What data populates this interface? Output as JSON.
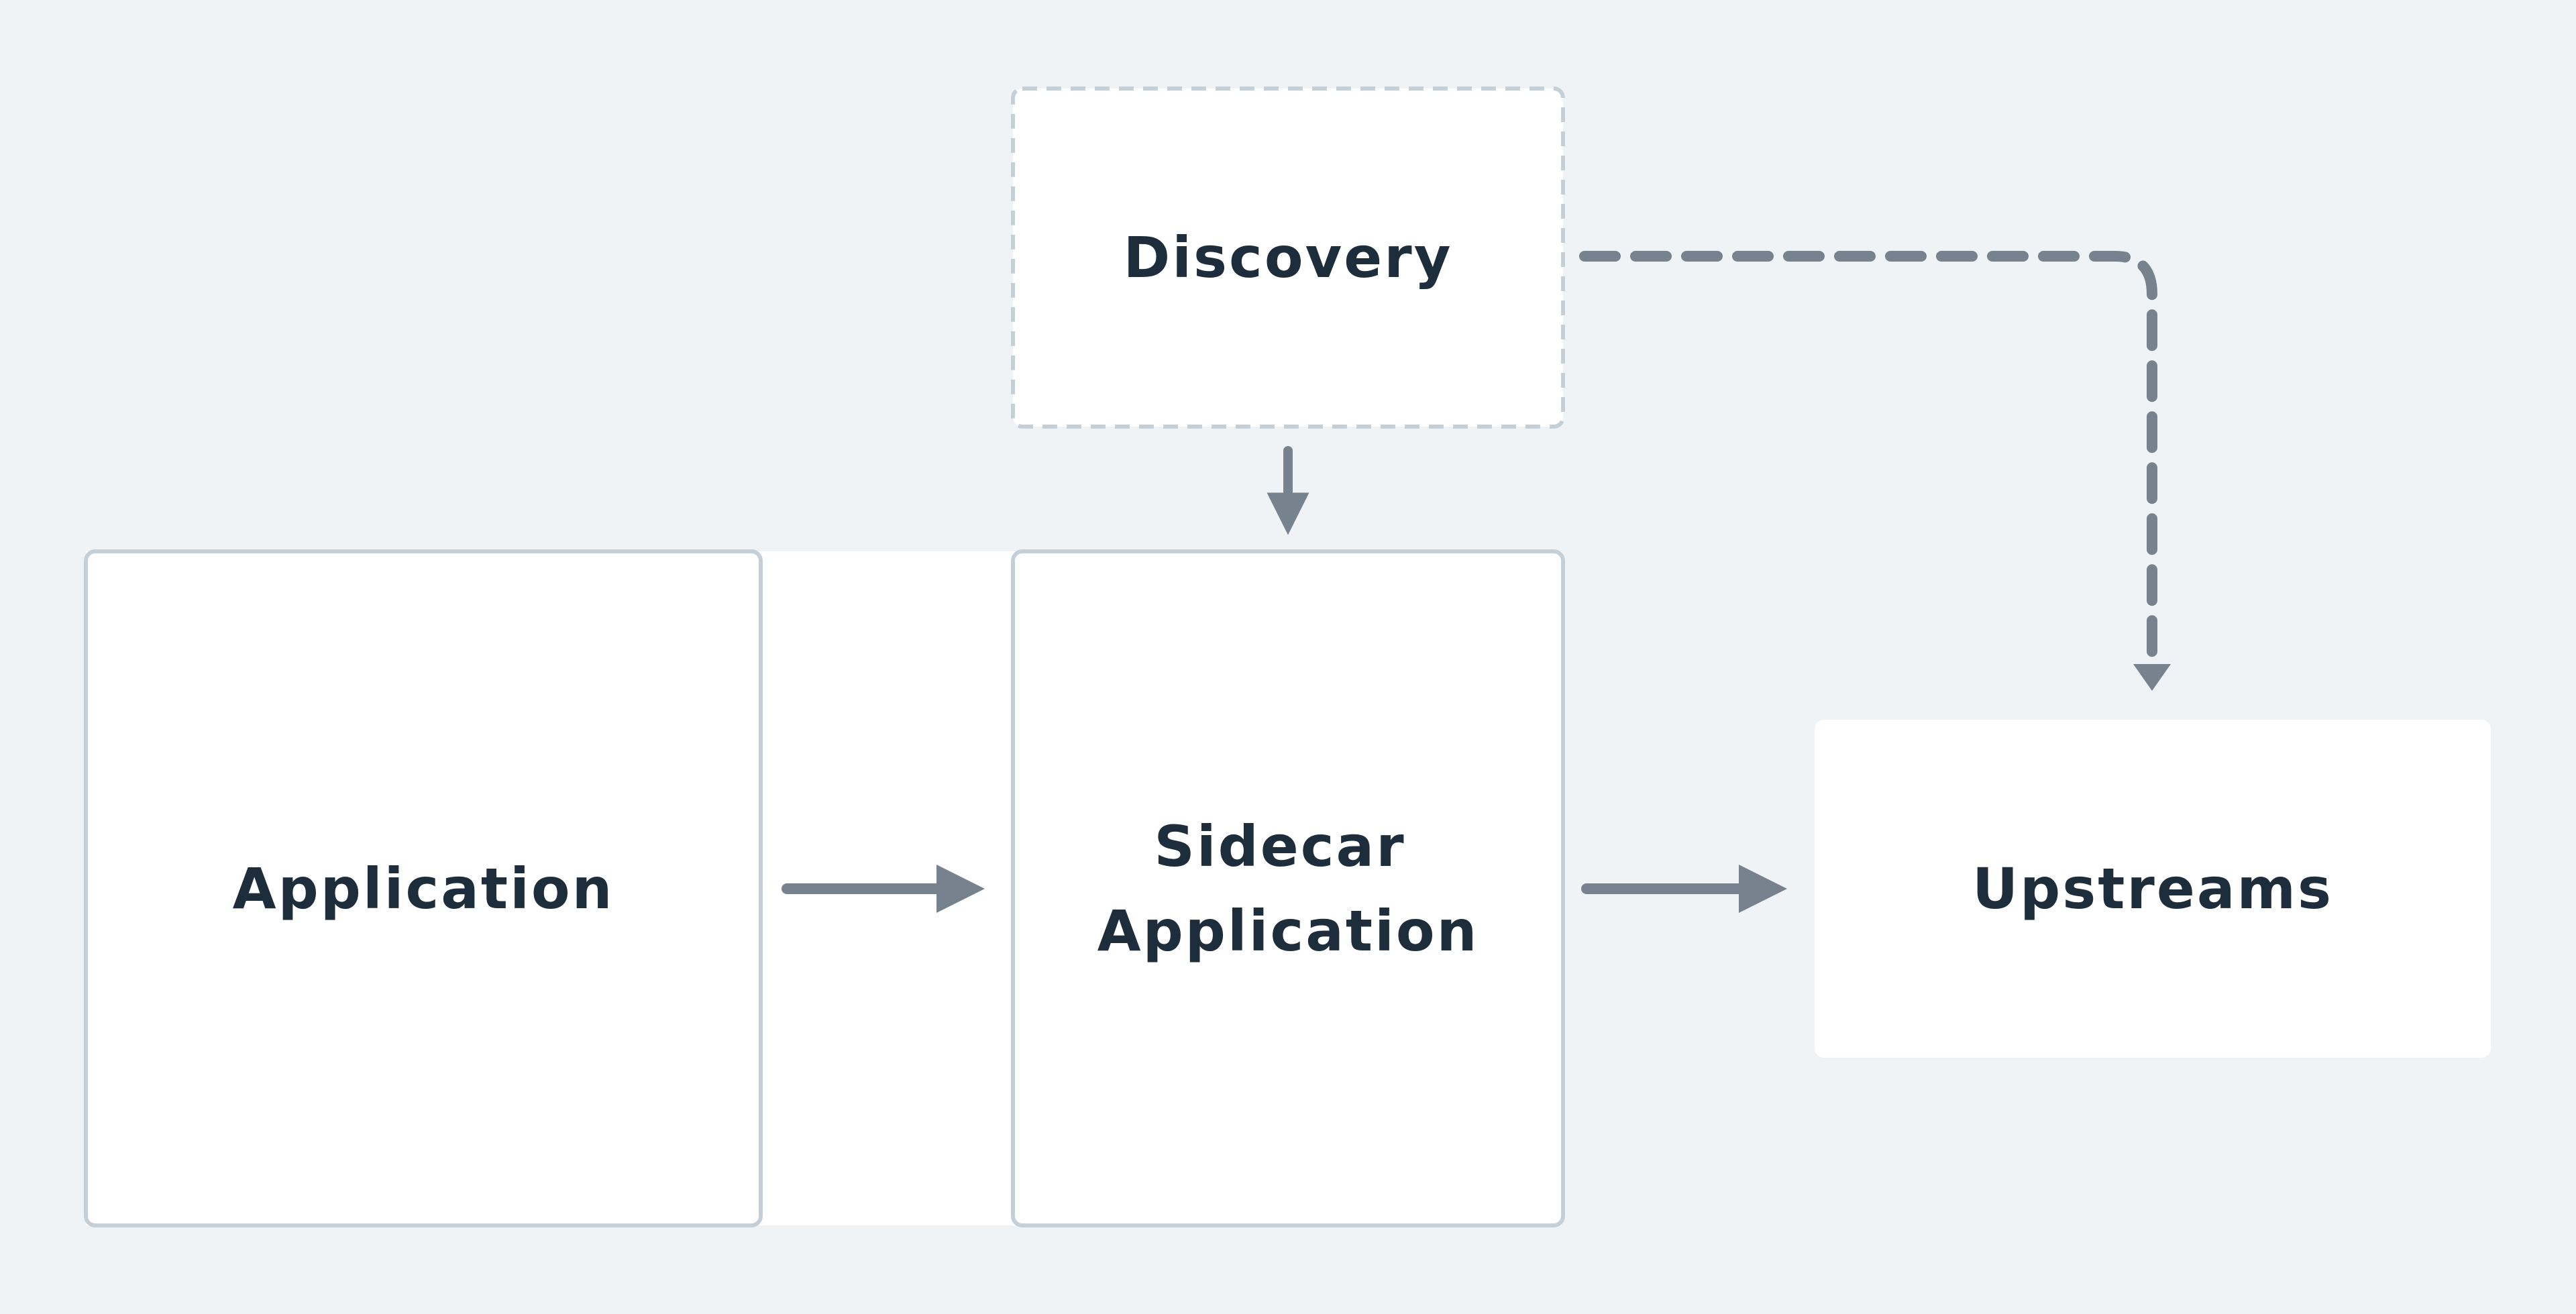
{
  "diagram": {
    "nodes": {
      "discovery": {
        "label": "Discovery"
      },
      "application": {
        "label": "Application"
      },
      "sidecar": {
        "line1": "Sidecar",
        "line2": "Application"
      },
      "upstreams": {
        "label": "Upstreams"
      }
    },
    "colors": {
      "background": "#eff3f6",
      "box_fill": "#ffffff",
      "box_border": "#c5cfd8",
      "arrow": "#76838f",
      "text": "#1e2d3b"
    },
    "edges": [
      {
        "from": "Discovery",
        "to": "Sidecar Application",
        "style": "solid"
      },
      {
        "from": "Discovery",
        "to": "Upstreams",
        "style": "dashed"
      },
      {
        "from": "Application",
        "to": "Sidecar Application",
        "style": "solid"
      },
      {
        "from": "Sidecar Application",
        "to": "Upstreams",
        "style": "solid"
      }
    ]
  }
}
